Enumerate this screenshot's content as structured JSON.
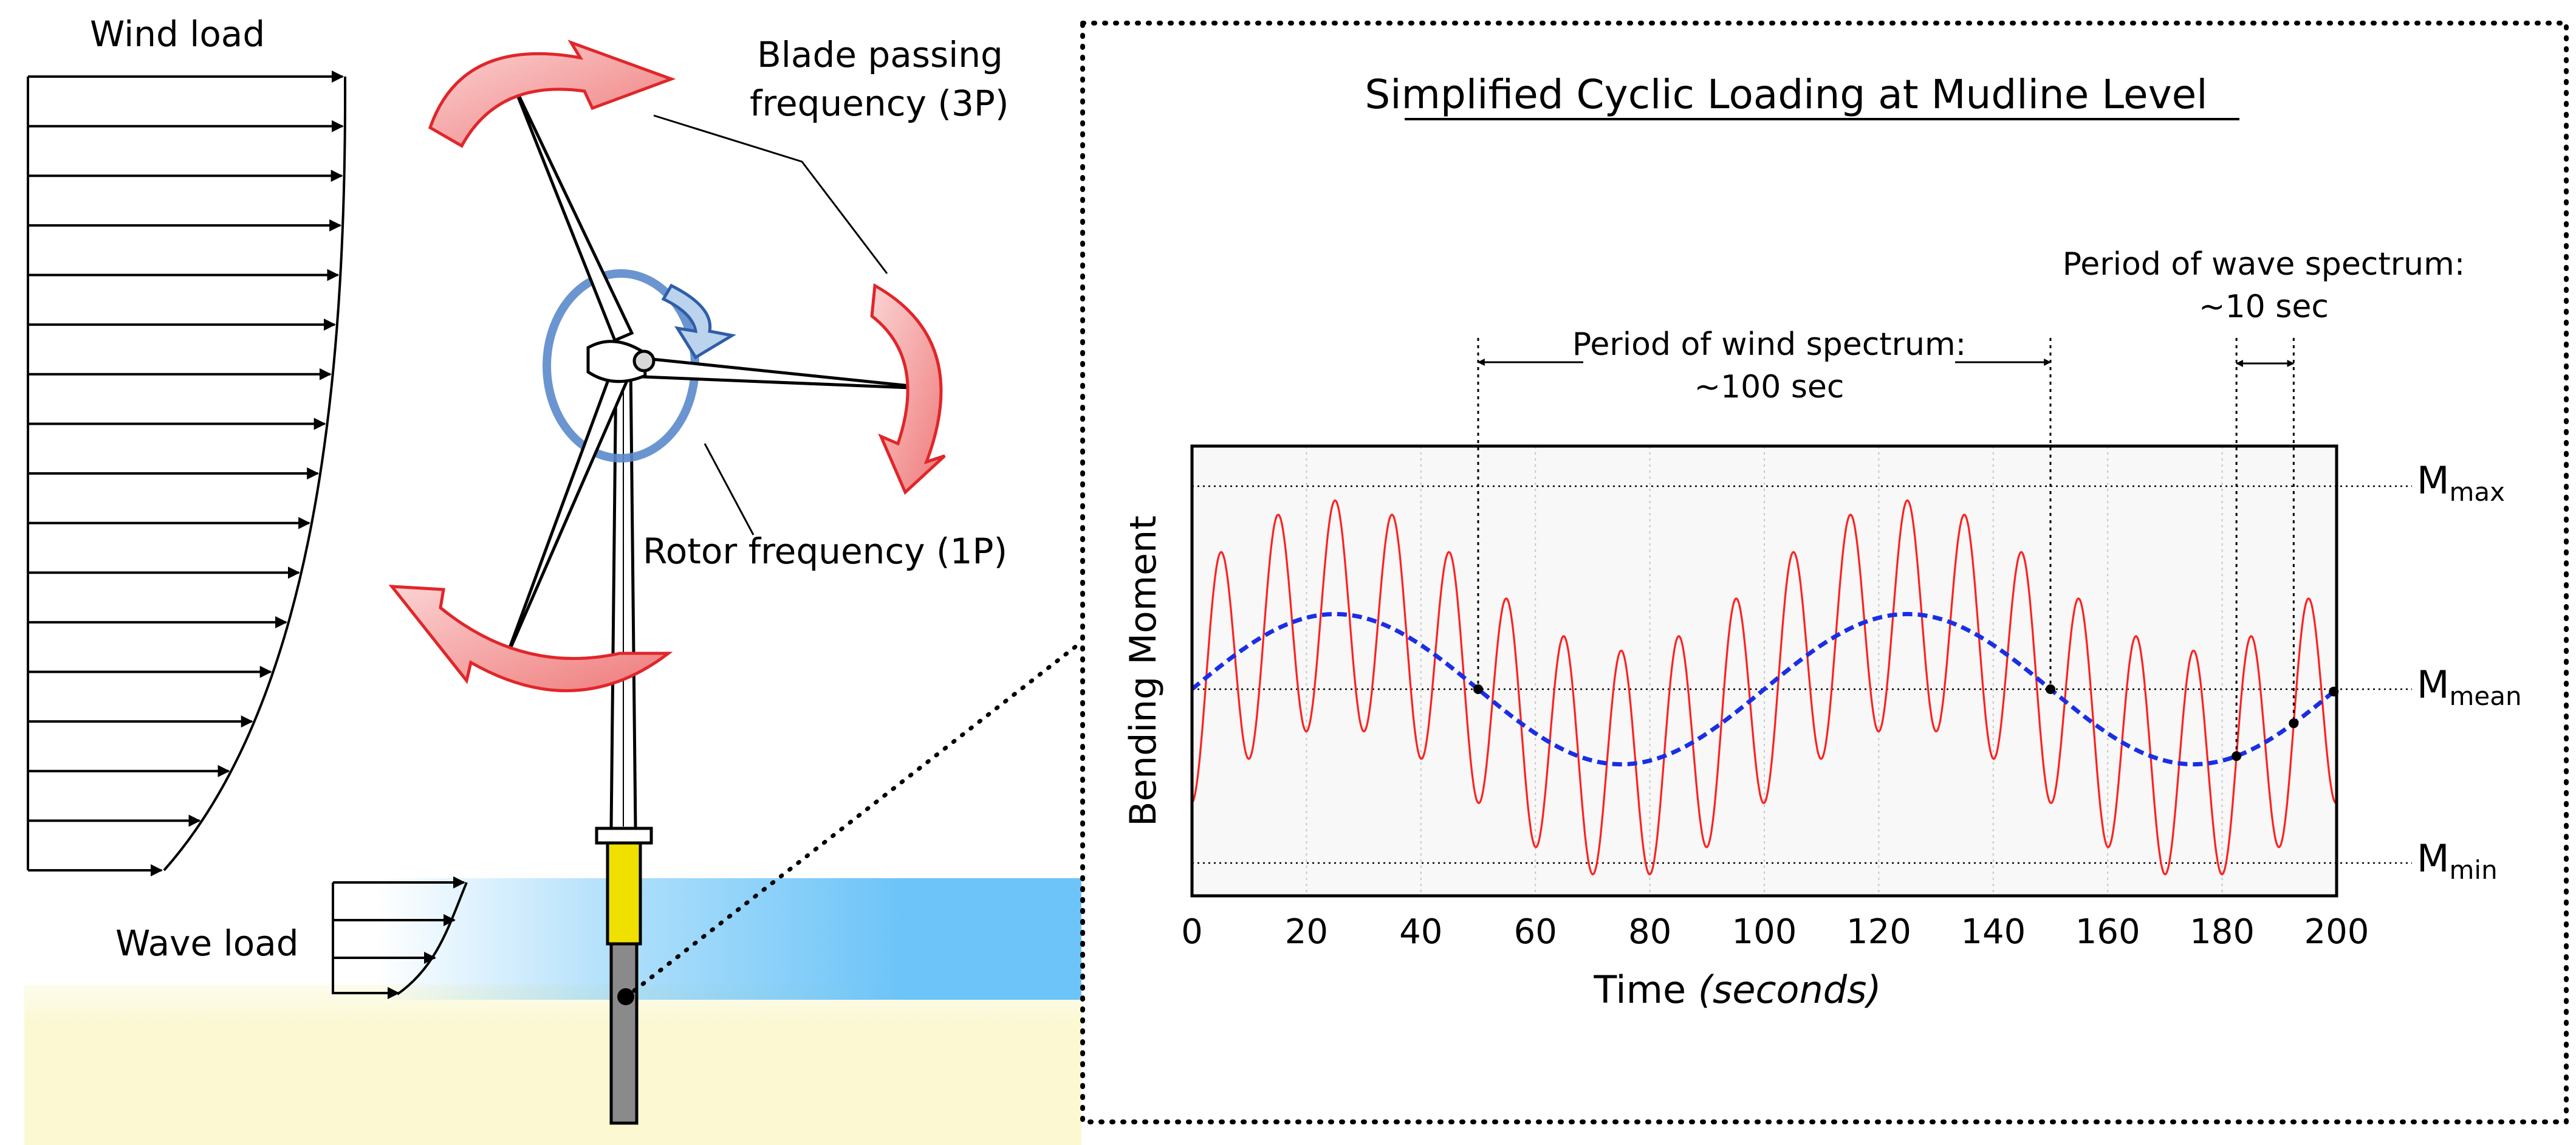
{
  "left_panel": {
    "wind_load": "Wind load",
    "wave_load": "Wave load",
    "blade_passing_line1": "Blade passing",
    "blade_passing_line2": "frequency (3P)",
    "rotor_frequency": "Rotor frequency (1P)"
  },
  "chart": {
    "title": "Simplified Cyclic Loading at Mudline Level",
    "ylabel": "Bending Moment",
    "xlabel_main": "Time ",
    "xlabel_unit": "(seconds)",
    "m_max_base": "M",
    "m_max_sub": "max",
    "m_mean_base": "M",
    "m_mean_sub": "mean",
    "m_min_base": "M",
    "m_min_sub": "min",
    "wind_period_line1": "Period of wind spectrum:",
    "wind_period_line2": "~100 sec",
    "wave_period_line1": "Period of wave spectrum:",
    "wave_period_line2": "~10 sec"
  },
  "colors": {
    "wave_signal": "#ff2020",
    "wind_mean": "#1a2ee6",
    "sea": "#6cc4f8",
    "seabed": "#fbf8d2",
    "transition_piece": "#f0e000",
    "monopile": "#8a8a8a",
    "blade_arrows": "#f08a8a",
    "rotor_arrows": "#5a8acb"
  },
  "chart_data": {
    "type": "line",
    "title": "Simplified Cyclic Loading at Mudline Level",
    "xlabel": "Time (seconds)",
    "ylabel": "Bending Moment",
    "xlim": [
      0,
      200
    ],
    "x_ticks": [
      0,
      20,
      40,
      60,
      80,
      100,
      120,
      140,
      160,
      180,
      200
    ],
    "y_levels": [
      "Mmax",
      "Mmean",
      "Mmin"
    ],
    "series": [
      {
        "style": "solid red",
        "description": "wind mean + wave oscillation",
        "mean_amplitude": 0.37,
        "mean_period_s": 100,
        "wave_amplitude": 0.56,
        "wave_period_s": 10
      },
      {
        "style": "dashed blue",
        "description": "wind component",
        "amplitude": 0.37,
        "period_s": 100
      }
    ],
    "annotations": [
      {
        "text": "Period of wind spectrum: ~100 sec",
        "x_start": 50,
        "x_end": 150
      },
      {
        "text": "Period of wave spectrum: ~10 sec",
        "x_start": 182.5,
        "x_end": 192.5
      }
    ]
  }
}
